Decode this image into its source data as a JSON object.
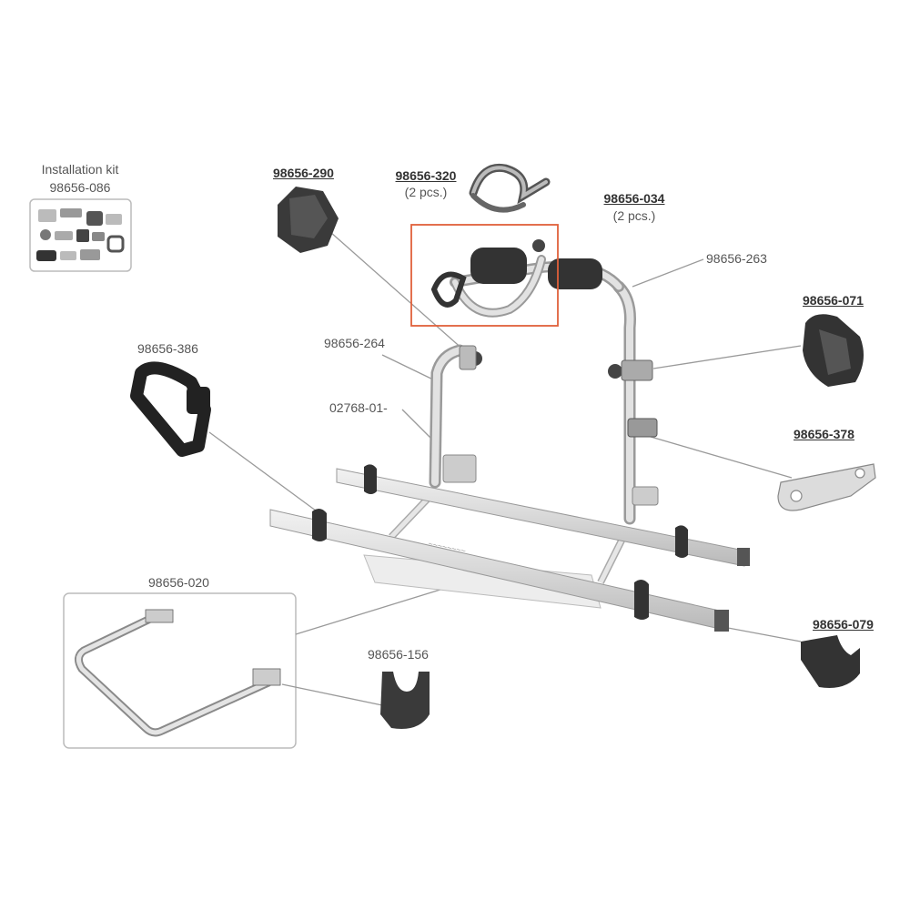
{
  "installation_kit": {
    "label": "Installation kit",
    "part": "98656-086"
  },
  "parts": {
    "p290": "98656-290",
    "p320": "98656-320",
    "p320_qty": "(2 pcs.)",
    "p034": "98656-034",
    "p034_qty": "(2 pcs.)",
    "p263": "98656-263",
    "p071": "98656-071",
    "p386": "98656-386",
    "p264": "98656-264",
    "p02768": "02768-01-",
    "p378": "98656-378",
    "p020": "98656-020",
    "p156": "98656-156",
    "p079": "98656-079"
  },
  "colors": {
    "highlight": "#e0603a",
    "metal": "#c9c9c9",
    "dark": "#3c3c3c",
    "leader": "#9a9a9a"
  }
}
